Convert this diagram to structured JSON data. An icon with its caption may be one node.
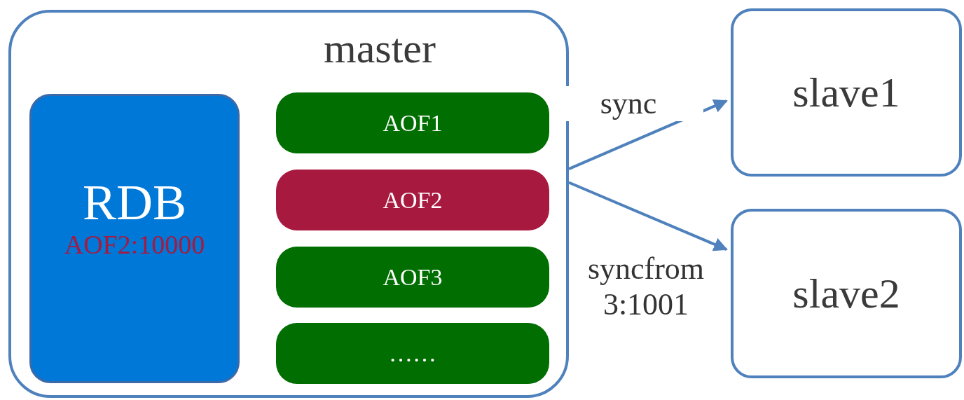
{
  "diagram": {
    "nodes": [
      {
        "text": [
          "master"
        ]
      },
      {
        "text": [
          "RDB",
          "AOF2:10000"
        ],
        "in": 0
      },
      {
        "text": [
          "AOF1"
        ],
        "in": 0
      },
      {
        "text": [
          "AOF2"
        ],
        "in": 0
      },
      {
        "text": [
          "AOF3"
        ],
        "in": 0
      },
      {
        "text": [
          "……"
        ],
        "in": 0
      },
      {
        "text": [
          "slave1"
        ]
      },
      {
        "text": [
          "slave2"
        ]
      }
    ],
    "edges": [
      {
        "from": 0,
        "to": 6,
        "arrow": "to",
        "label": "sync"
      },
      {
        "from": 0,
        "to": 7,
        "arrow": "to",
        "label": "syncfrom 3:1001"
      }
    ]
  }
}
